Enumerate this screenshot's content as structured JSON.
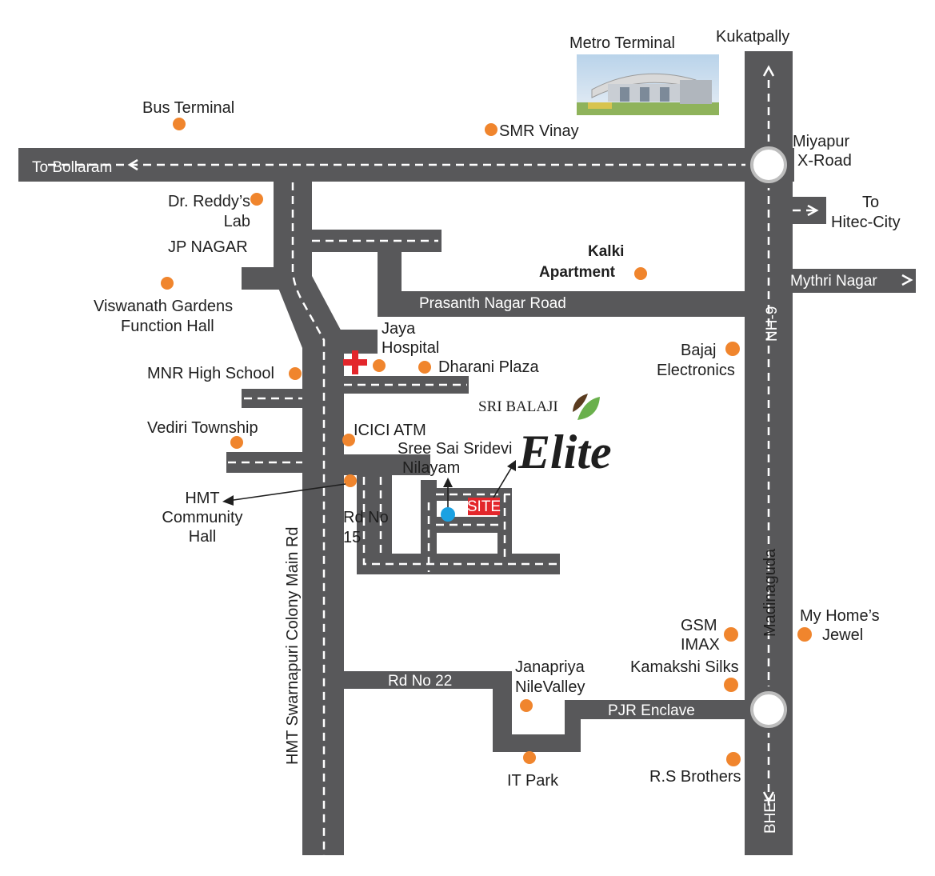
{
  "project": {
    "brand": "SRI BALAJI",
    "name": "Elite",
    "site_label": "SITE"
  },
  "landmarks": {
    "metro_terminal": "Metro Terminal",
    "kukatpally": "Kukatpally",
    "bus_terminal": "Bus Terminal",
    "smr_vinay": "SMR Vinay",
    "miyapur_1": "Miyapur",
    "miyapur_2": "X-Road",
    "hitec_1": "To",
    "hitec_2": "Hitec-City",
    "dr_reddys_1": "Dr. Reddy’s",
    "dr_reddys_2": "Lab",
    "jp_nagar": "JP NAGAR",
    "kalki_1": "Kalki",
    "kalki_2": "Apartment",
    "viswanath_1": "Viswanath Gardens",
    "viswanath_2": "Function Hall",
    "jaya_1": "Jaya",
    "jaya_2": "Hospital",
    "bajaj_1": "Bajaj",
    "bajaj_2": "Electronics",
    "mnr": "MNR High School",
    "dharani": "Dharani Plaza",
    "vediri": "Vediri Township",
    "icici": "ICICI ATM",
    "sree_sai_1": "Sree Sai Sridevi",
    "sree_sai_2": "Nilayam",
    "hmt_1": "HMT",
    "hmt_2": "Community",
    "hmt_3": "Hall",
    "rd15_1": "Rd No",
    "rd15_2": "15",
    "gsm_1": "GSM",
    "gsm_2": "IMAX",
    "myhome_1": "My Home’s",
    "myhome_2": "Jewel",
    "janapriya_1": "Janapriya",
    "janapriya_2": "NileValley",
    "kamakshi": "Kamakshi Silks",
    "it_park": "IT Park",
    "rs_brothers": "R.S Brothers"
  },
  "roads": {
    "to_bollaram": "To Bollaram",
    "mythri_nagar": "Mythri Nagar",
    "prasanth_nagar": "Prasanth Nagar Road",
    "nh9": "NH-9",
    "madinaguda": "Madinaguda",
    "hmt_main": "HMT Swarnapuri Colony Main Rd",
    "rd22": "Rd No 22",
    "pjr": "PJR Enclave",
    "bhel": "BHEL"
  },
  "colors": {
    "road": "#58585a",
    "landmark_dot": "#f0852d",
    "site_box": "#e3262b",
    "site_marker": "#1ba1e2",
    "hospital_cross": "#e3262b",
    "leaf": "#6ab04c"
  }
}
